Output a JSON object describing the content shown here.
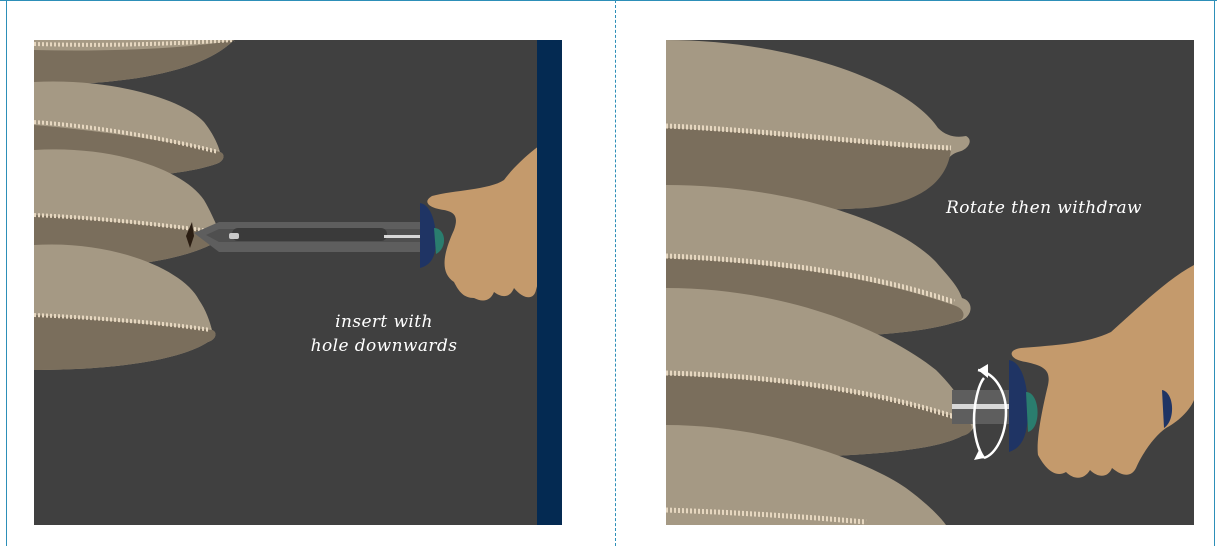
{
  "panels": [
    {
      "caption_lines": [
        "insert with",
        "hole downwards"
      ]
    },
    {
      "caption_lines": [
        "Rotate then withdraw"
      ]
    }
  ],
  "colors": {
    "background": "#404040",
    "fish_top": "#a59984",
    "fish_bottom": "#7a6e5c",
    "seam": "#e6d7c0",
    "skin": "#c49a6c",
    "handle_navy": "#1f3464",
    "handle_green": "#2a7d6e",
    "rail_navy": "#042a52",
    "tool_metal": "#646464",
    "frame_blue": "#2d8fb8"
  },
  "icons": [
    "rotate-arrow-icon"
  ]
}
